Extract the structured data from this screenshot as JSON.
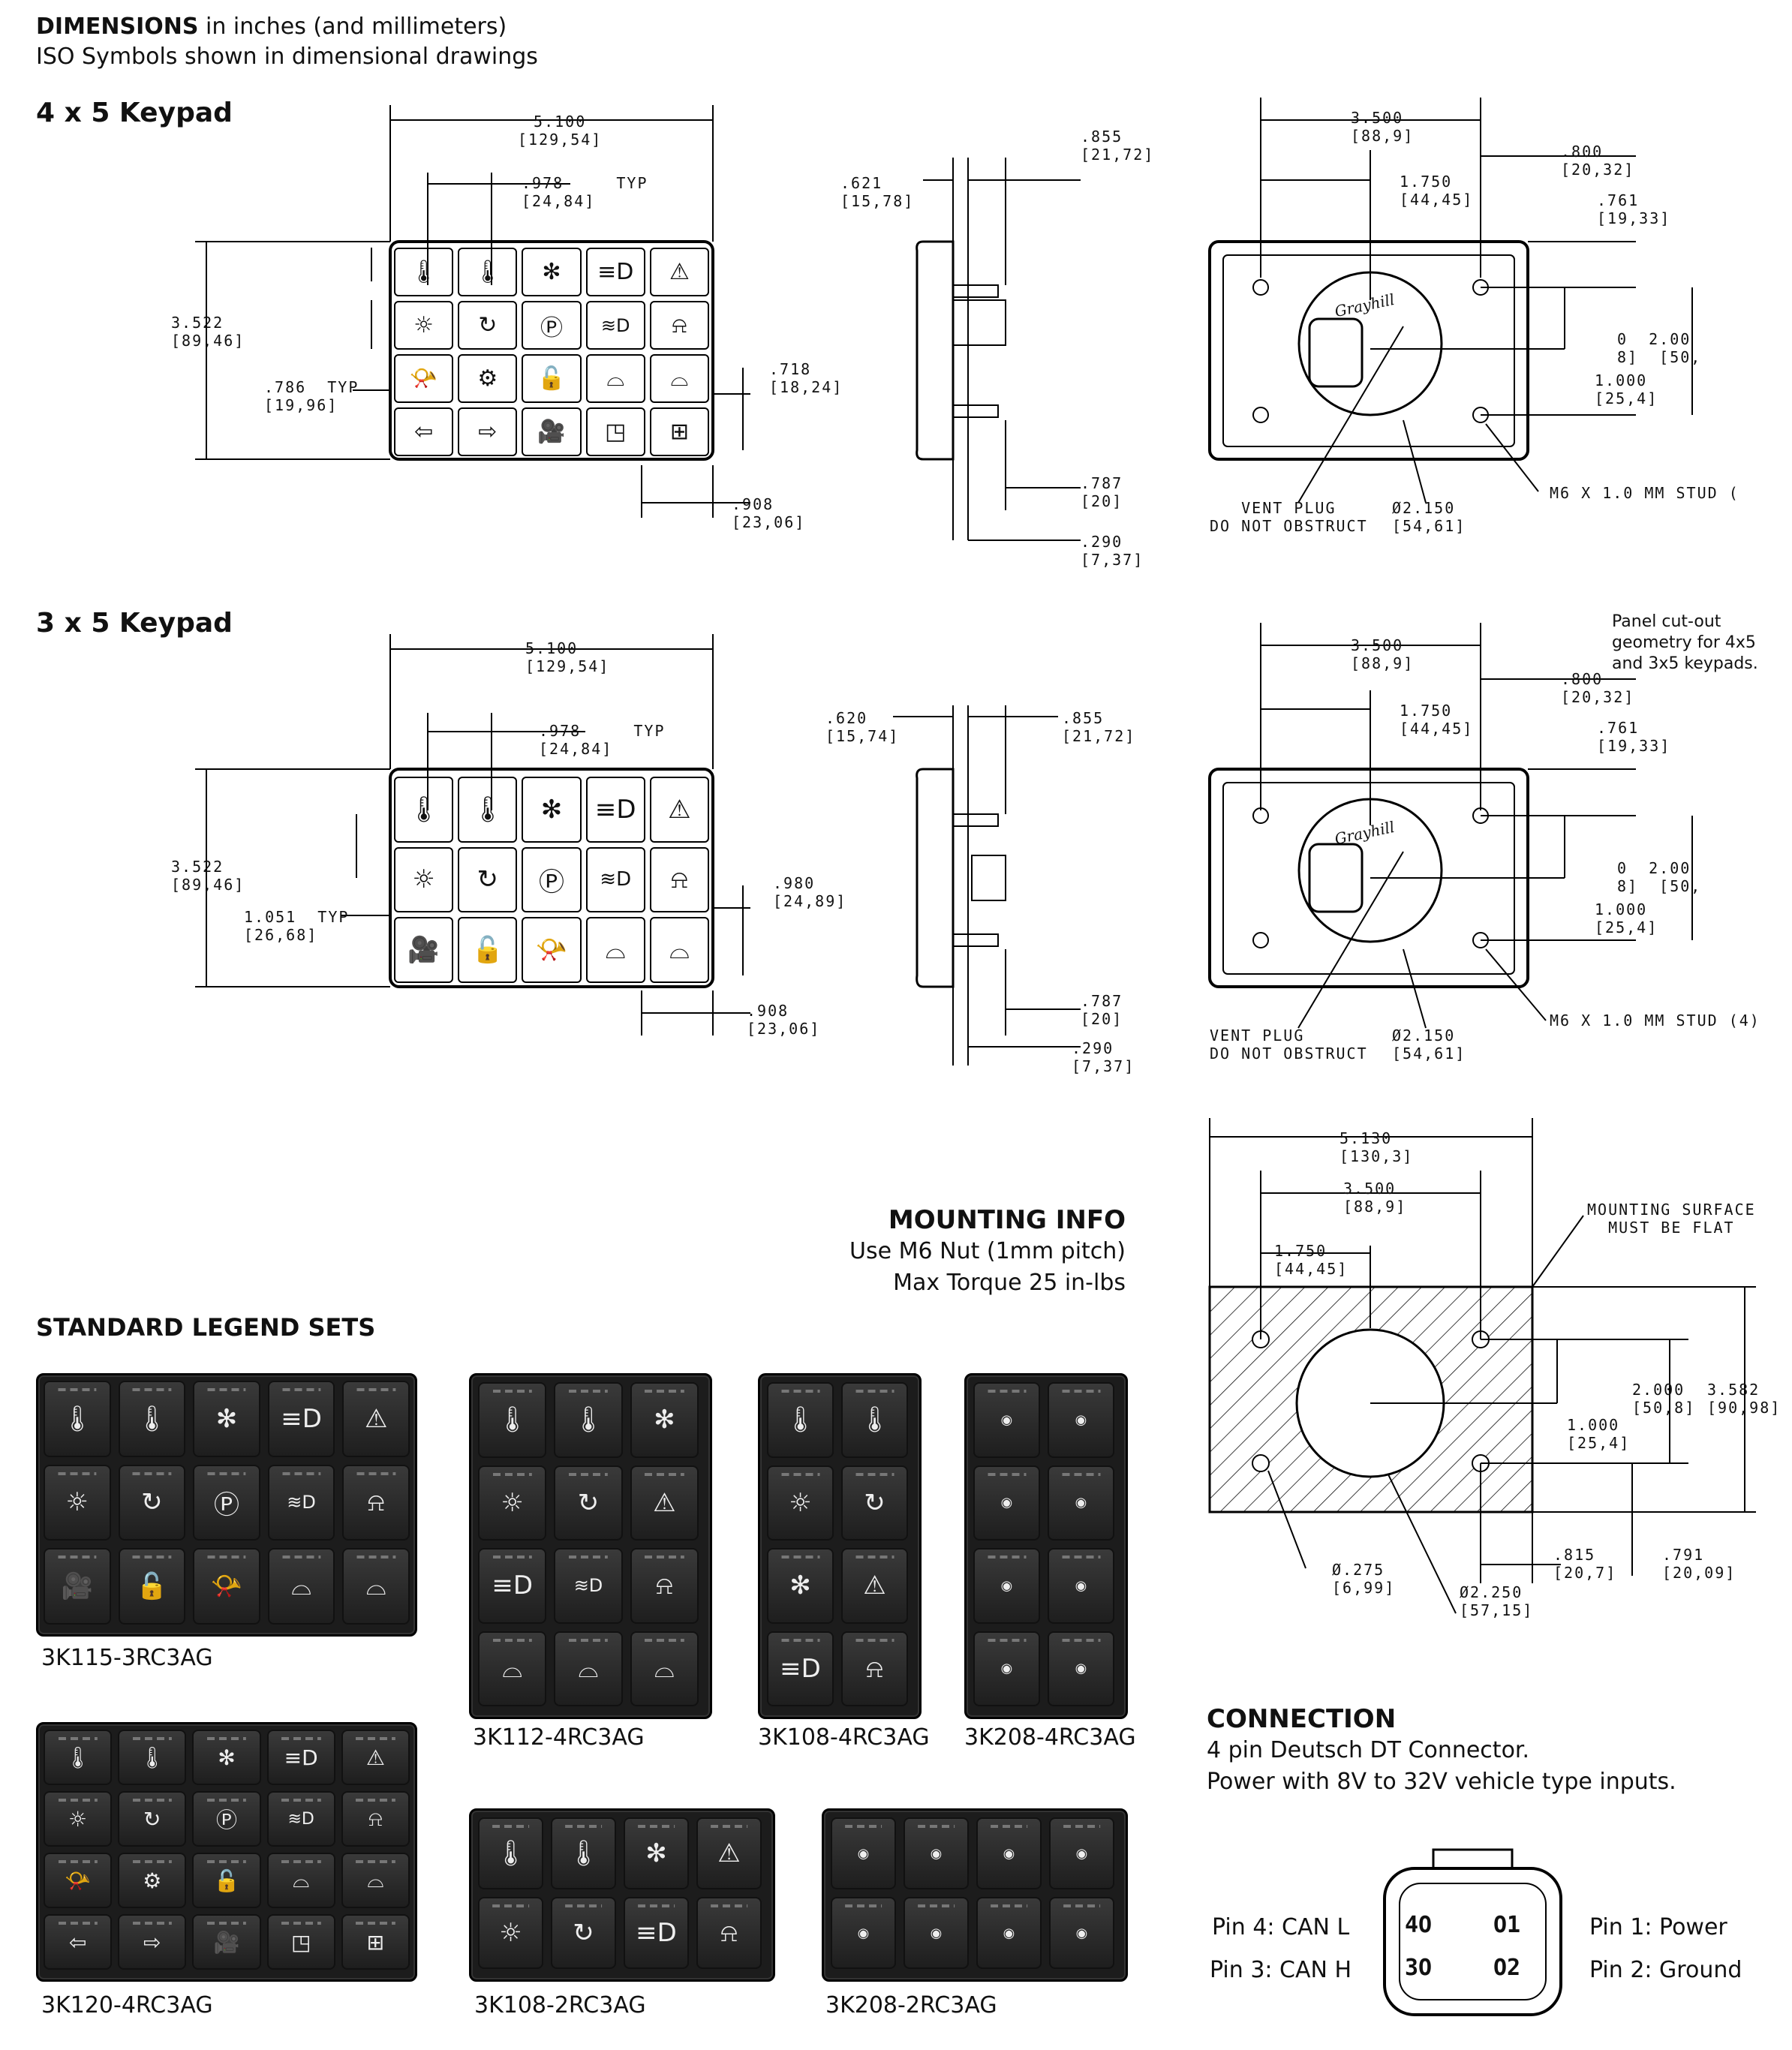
{
  "header": {
    "title_bold": "DIMENSIONS",
    "title_rest": " in inches (and millimeters)",
    "subtitle": "ISO Symbols shown in dimensional drawings"
  },
  "keypad45": {
    "title": "4 x 5 Keypad",
    "width": "5.100\n[129,54]",
    "pitch": ".978     TYP\n[24,84]",
    "height": "3.522\n[89,46]",
    "row_pitch": ".786  TYP\n[19,96]",
    "key_h": ".718\n[18,24]",
    "key_w": ".908\n[23,06]",
    "side_621": ".621\n[15,78]",
    "side_855": ".855\n[21,72]",
    "side_787": ".787\n[20]",
    "side_290": ".290\n[7,37]"
  },
  "keypad35": {
    "title": "3 x 5 Keypad",
    "width": "5.100\n[129,54]",
    "pitch": ".978     TYP\n[24,84]",
    "height": "3.522\n[89,46]",
    "row_pitch": "1.051  TYP\n[26,68]",
    "key_h": ".980\n[24,89]",
    "key_w": ".908\n[23,06]",
    "side_620": ".620\n[15,74]",
    "side_855": ".855\n[21,72]",
    "side_787": ".787\n[20]",
    "side_290": ".290\n[7,37]"
  },
  "rear45": {
    "d3500": "3.500\n[88,9]",
    "d1750": "1.750\n[44,45]",
    "d800": ".800\n[20,32]",
    "d761": ".761\n[19,33]",
    "d2000": "0  2.00\n8]  [50,",
    "d1000": "1.000\n[25,4]",
    "vent": "VENT PLUG\nDO NOT OBSTRUCT",
    "dia": "Ø2.150\n[54,61]",
    "stud": "M6 X 1.0 MM STUD ("
  },
  "rear35": {
    "note": "Panel cut-out\ngeometry for 4x5\nand 3x5 keypads.",
    "d3500": "3.500\n[88,9]",
    "d1750": "1.750\n[44,45]",
    "d800": ".800\n[20,32]",
    "d761": ".761\n[19,33]",
    "d2000": "0  2.00\n8]  [50,",
    "d1000": "1.000\n[25,4]",
    "vent": "VENT PLUG\nDO NOT OBSTRUCT",
    "dia": "Ø2.150\n[54,61]",
    "stud": "M6 X 1.0 MM STUD (4)"
  },
  "cutout": {
    "d5130": "5.130\n[130,3]",
    "d3500": "3.500\n[88,9]",
    "d1750": "1.750\n[44,45]",
    "surface": "MOUNTING SURFACE\nMUST BE FLAT",
    "d2000": "2.000\n[50,8]",
    "d3582": "3.582\n[90,98]",
    "d1000": "1.000\n[25,4]",
    "d815": ".815\n[20,7]",
    "d791": ".791\n[20,09]",
    "d275": "Ø.275\n[6,99]",
    "d2250": "Ø2.250\n[57,15]"
  },
  "mounting": {
    "title": "MOUNTING INFO",
    "line1": "Use M6 Nut (1mm pitch)",
    "line2": "Max Torque 25 in-lbs"
  },
  "legend_title": "STANDARD LEGEND SETS",
  "legend_sets": [
    {
      "name": "3K115-3RC3AG"
    },
    {
      "name": "3K112-4RC3AG"
    },
    {
      "name": "3K108-4RC3AG"
    },
    {
      "name": "3K208-4RC3AG"
    },
    {
      "name": "3K120-4RC3AG"
    },
    {
      "name": "3K108-2RC3AG"
    },
    {
      "name": "3K208-2RC3AG"
    }
  ],
  "connection": {
    "title": "CONNECTION",
    "line1": "4 pin Deutsch DT Connector.",
    "line2": "Power with 8V to 32V vehicle type inputs.",
    "pin4": "Pin 4: CAN L",
    "pin3": "Pin 3: CAN H",
    "pin1": "Pin 1: Power",
    "pin2": "Pin 2: Ground",
    "p4": "4O",
    "p1": "O1",
    "p3": "3O",
    "p2": "O2"
  }
}
